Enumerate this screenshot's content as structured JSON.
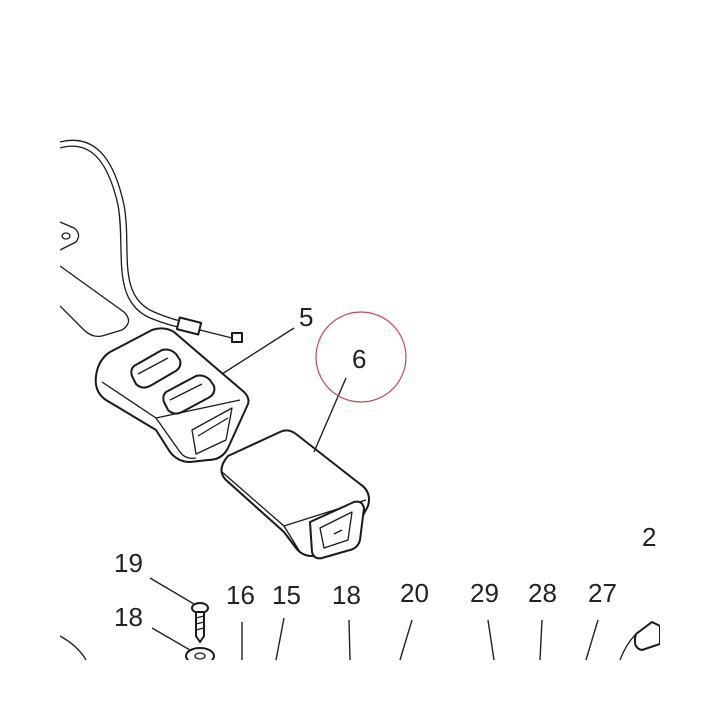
{
  "callouts": {
    "part_2": "2",
    "part_5": "5",
    "part_6": "6",
    "part_15": "15",
    "part_16": "16",
    "part_18_upper": "18",
    "part_18_lower": "18",
    "part_19": "19",
    "part_20": "20",
    "part_27": "27",
    "part_28": "28",
    "part_29": "29"
  },
  "highlight": {
    "part": "6",
    "color": "#c0485a"
  },
  "icons": {
    "cable": "cable-icon",
    "handle_cover": "handle-cover-icon",
    "battery_cover": "battery-cover-icon",
    "screw": "screw-icon",
    "washer": "washer-icon"
  }
}
